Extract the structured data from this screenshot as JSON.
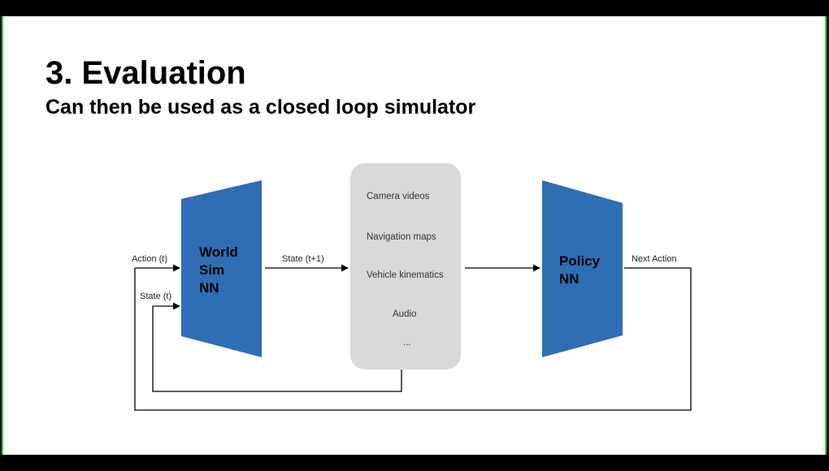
{
  "slide": {
    "title": "3. Evaluation",
    "subtitle": "Can then be used as a closed loop simulator"
  },
  "diagram": {
    "world_sim": {
      "lines": [
        "World",
        "Sim",
        "NN"
      ]
    },
    "policy": {
      "lines": [
        "Policy",
        "NN"
      ]
    },
    "state_box": {
      "items": [
        "Camera videos",
        "Navigation maps",
        "Vehicle kinematics",
        "Audio",
        "..."
      ]
    },
    "labels": {
      "action_t": "Action (t)",
      "state_t": "State (t)",
      "state_t1": "State (t+1)",
      "next_action": "Next Action"
    },
    "colors": {
      "block_fill": "#2f6db5",
      "state_box_fill": "#d9d9d9",
      "accent_border": "#2fd12f"
    }
  }
}
